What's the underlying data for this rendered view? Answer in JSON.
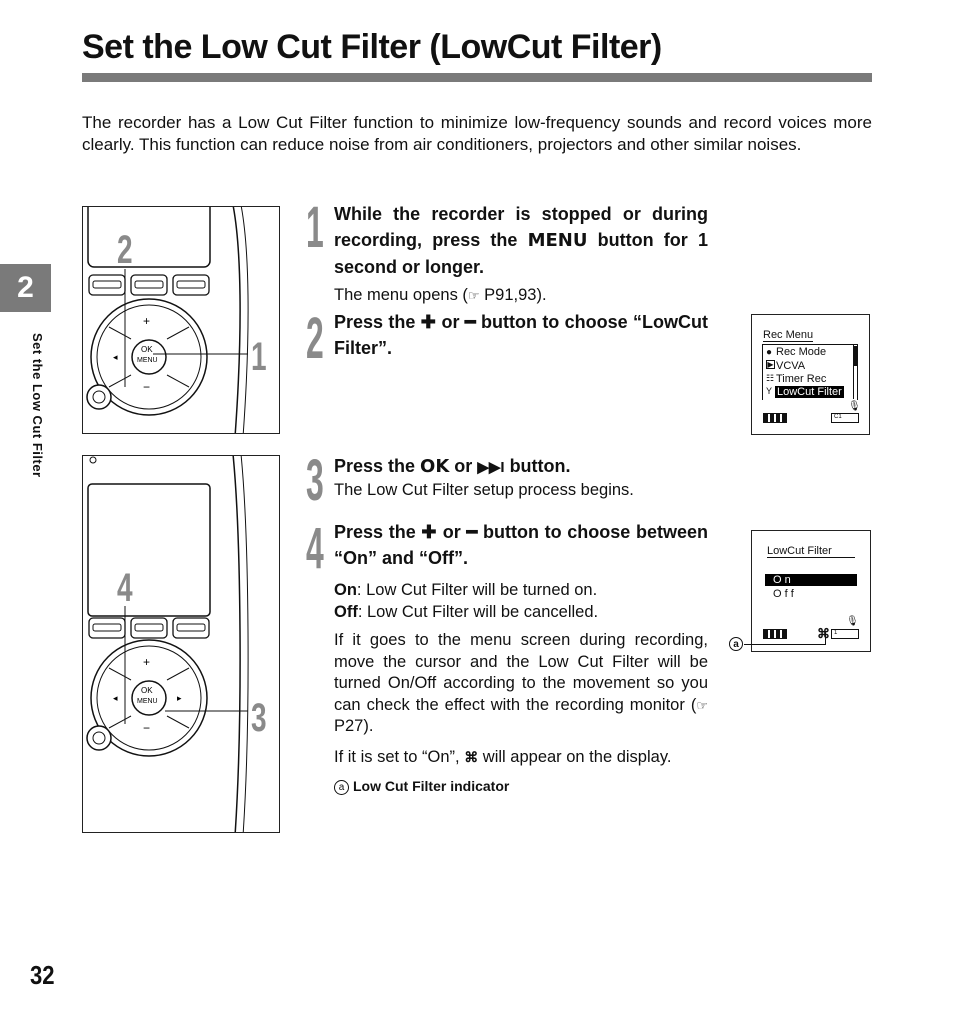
{
  "title": "Set the Low Cut Filter (LowCut Filter)",
  "intro": "The recorder has a Low Cut Filter function to minimize low-frequency sounds and record voices more clearly. This function can reduce noise from air conditioners, projectors and other similar noises.",
  "chapter_tab": "2",
  "side_label": "Set the Low Cut Filter",
  "page_number": "32",
  "figure1": {
    "callouts": [
      "2",
      "1"
    ],
    "ok_label": "OK",
    "menu_label": "MENU"
  },
  "figure2": {
    "callouts": [
      "4",
      "3"
    ],
    "ok_label": "OK",
    "menu_label": "MENU"
  },
  "steps": [
    {
      "number": "1",
      "heading_a": "While the recorder is stopped or during recording, press the ",
      "heading_key": "MENU",
      "heading_b": " button for 1 second or longer.",
      "body_a": "The menu opens (",
      "body_ref_icon": "☞",
      "body_b": " P91,93)."
    },
    {
      "number": "2",
      "heading_a": "Press the ",
      "plus": "✚",
      "heading_mid": " or ",
      "minus": "━",
      "heading_b": " button to choose “LowCut Filter”."
    },
    {
      "number": "3",
      "heading_a": "Press the ",
      "ok_key": "OK",
      "heading_mid": " or ",
      "ff_key": "▶▶I",
      "heading_b": " button.",
      "body": "The Low Cut Filter setup process begins."
    },
    {
      "number": "4",
      "heading_a": "Press the ",
      "plus": "✚",
      "heading_mid": " or ",
      "minus": "━",
      "heading_b": " button to choose between “On” and “Off”.",
      "on_term": "On",
      "on_desc": ": Low Cut Filter will be turned on.",
      "off_term": "Off",
      "off_desc": ": Low Cut Filter will be cancelled.",
      "para_a": "If it goes to the menu screen during recording, move the cursor and the Low Cut Filter will be turned On/Off according to the movement so you can check the effect with the recording monitor (",
      "para_ref_icon": "☞",
      "para_b": "P27).",
      "note_a": "If it is set to “On”, ",
      "note_icon": "lowcut-icon",
      "note_b": " will appear on the display."
    }
  ],
  "caption": {
    "marker": "a",
    "text": "Low Cut Filter indicator"
  },
  "lcd1": {
    "header": "Rec Menu",
    "items": [
      "Rec Mode",
      "VCVA",
      "Timer Rec",
      "LowCut Filter"
    ],
    "selected_index": 3
  },
  "lcd2": {
    "header": "LowCut Filter",
    "options": [
      "O n",
      "O f f"
    ],
    "selected_index": 0,
    "marker": "a"
  },
  "colors": {
    "accent_gray": "#7a7a7a",
    "step_gray": "#8a8a8a"
  }
}
